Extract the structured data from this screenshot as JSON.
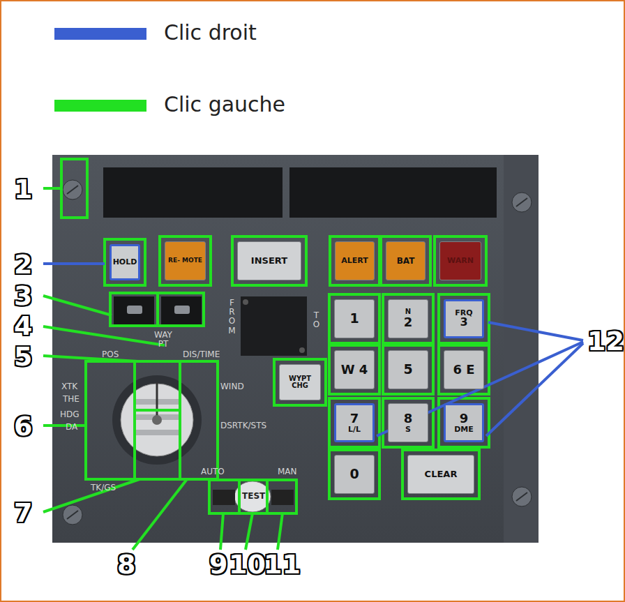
{
  "diagram": {
    "nodes": [
      {
        "text": [
          "HOLD"
        ]
      },
      {
        "text": [
          "RE- MOTE"
        ]
      },
      {
        "text": [
          "INSERT"
        ]
      },
      {
        "text": [
          "ALERT"
        ]
      },
      {
        "text": [
          "BAT"
        ]
      },
      {
        "text": [
          "WARN"
        ]
      },
      {
        "text": [
          "1"
        ]
      },
      {
        "text": [
          "N",
          "2"
        ]
      },
      {
        "text": [
          "FRQ",
          "3"
        ]
      },
      {
        "text": [
          "WYPT CHG"
        ]
      },
      {
        "text": [
          "W 4"
        ]
      },
      {
        "text": [
          "5"
        ]
      },
      {
        "text": [
          "6 E"
        ]
      },
      {
        "text": [
          "7",
          "L/L"
        ]
      },
      {
        "text": [
          "8",
          "S"
        ]
      },
      {
        "text": [
          "9",
          "DME"
        ]
      },
      {
        "text": [
          "0"
        ]
      },
      {
        "text": [
          "CLEAR"
        ]
      }
    ],
    "labels": [
      "1",
      "2",
      "3",
      "4",
      "5",
      "6",
      "7",
      "8",
      "9",
      "10",
      "11",
      "12",
      "WAY PT",
      "FROM",
      "TO",
      "POS",
      "DIS/TIME",
      "WIND",
      "XTK",
      "THE",
      "HDG",
      "DA",
      "DSRTK/STS",
      "TK/GS",
      "AUTO",
      "MAN",
      "TEST"
    ],
    "legend": [
      {
        "text": "Clic droit",
        "color": "#3a5fd0"
      },
      {
        "text": "Clic gauche",
        "color": "#22e022"
      }
    ]
  }
}
